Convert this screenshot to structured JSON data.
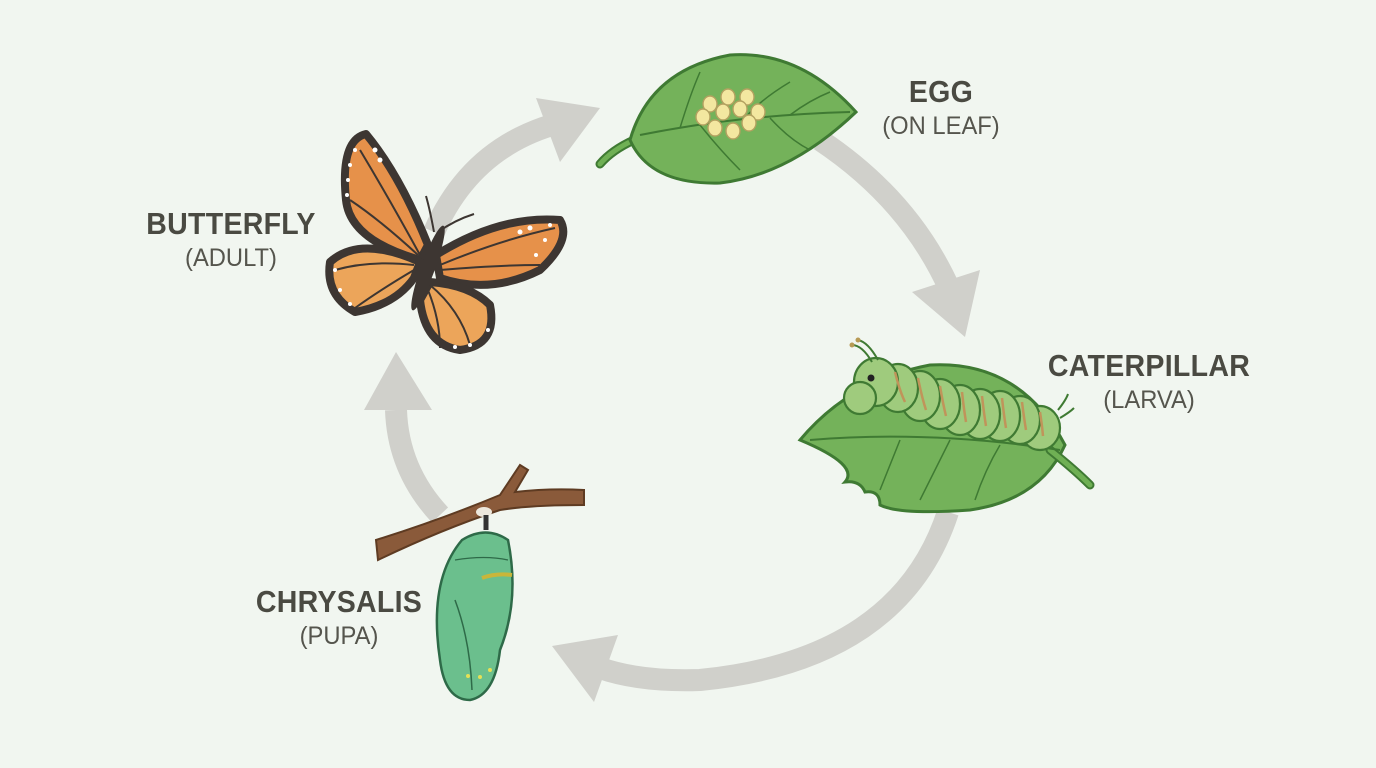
{
  "diagram": {
    "type": "life-cycle",
    "subject": "Monarch butterfly life cycle",
    "background_color": "#f1f6f0",
    "arrow_color": "#d0d0cb",
    "text_color": "#4a4a42",
    "direction": "clockwise",
    "stages": [
      {
        "id": "egg",
        "title": "EGG",
        "subtitle": "(ON LEAF)",
        "icon": "egg-cluster-on-leaf-icon"
      },
      {
        "id": "caterpillar",
        "title": "CATERPILLAR",
        "subtitle": "(LARVA)",
        "icon": "caterpillar-on-leaf-icon"
      },
      {
        "id": "chrysalis",
        "title": "CHRYSALIS",
        "subtitle": "(PUPA)",
        "icon": "chrysalis-on-twig-icon"
      },
      {
        "id": "butterfly",
        "title": "BUTTERFLY",
        "subtitle": "(ADULT)",
        "icon": "monarch-butterfly-icon"
      }
    ],
    "arrows": [
      {
        "from": "egg",
        "to": "caterpillar"
      },
      {
        "from": "caterpillar",
        "to": "chrysalis"
      },
      {
        "from": "chrysalis",
        "to": "butterfly"
      },
      {
        "from": "butterfly",
        "to": "egg"
      }
    ]
  }
}
